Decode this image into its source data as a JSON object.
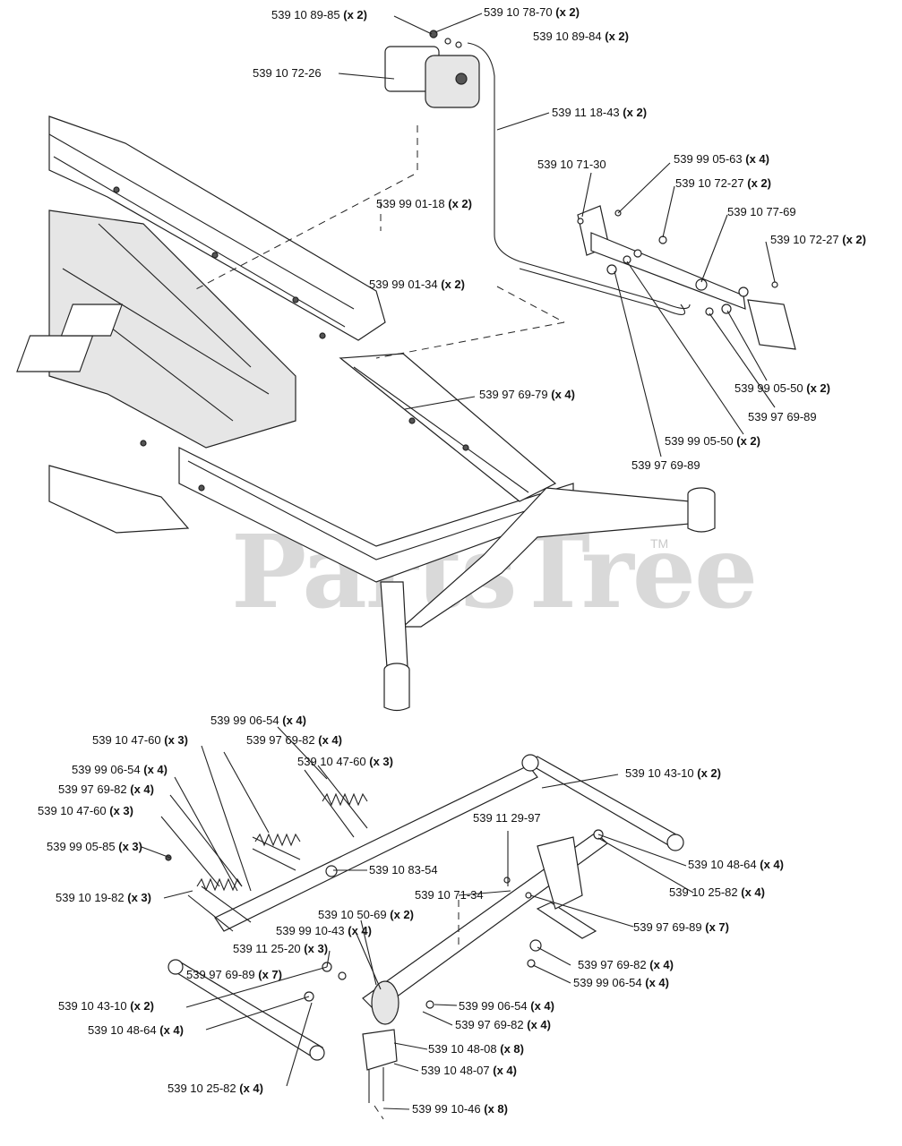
{
  "watermark": {
    "text": "PartsTree",
    "tm": "TM"
  },
  "labels": [
    {
      "part": "539 10 89-85",
      "qty": "(x 2)"
    },
    {
      "part": "539 10 78-70",
      "qty": "(x 2)"
    },
    {
      "part": "539 10 89-84",
      "qty": "(x 2)"
    },
    {
      "part": "539 10 72-26",
      "qty": ""
    },
    {
      "part": "539 11 18-43",
      "qty": "(x 2)"
    },
    {
      "part": "539 10 71-30",
      "qty": ""
    },
    {
      "part": "539 99 05-63",
      "qty": "(x 4)"
    },
    {
      "part": "539 10 72-27",
      "qty": "(x 2)"
    },
    {
      "part": "539 10 77-69",
      "qty": ""
    },
    {
      "part": "539 10 72-27",
      "qty": "(x 2)"
    },
    {
      "part": "539 99 01-18",
      "qty": "(x 2)"
    },
    {
      "part": "539 99 01-34",
      "qty": "(x 2)"
    },
    {
      "part": "539 97 69-79",
      "qty": "(x 4)"
    },
    {
      "part": "539 99 05-50",
      "qty": "(x 2)"
    },
    {
      "part": "539 97 69-89",
      "qty": ""
    },
    {
      "part": "539 99 05-50",
      "qty": "(x 2)"
    },
    {
      "part": "539 97 69-89",
      "qty": ""
    },
    {
      "part": "539 99 06-54",
      "qty": "(x 4)"
    },
    {
      "part": "539 10 47-60",
      "qty": "(x 3)"
    },
    {
      "part": "539 97 69-82",
      "qty": "(x 4)"
    },
    {
      "part": "539 10 47-60",
      "qty": "(x 3)"
    },
    {
      "part": "539 99 06-54",
      "qty": "(x 4)"
    },
    {
      "part": "539 97 69-82",
      "qty": "(x 4)"
    },
    {
      "part": "539 10 43-10",
      "qty": "(x 2)"
    },
    {
      "part": "539 10 47-60",
      "qty": "(x 3)"
    },
    {
      "part": "539 11 29-97",
      "qty": ""
    },
    {
      "part": "539 99 05-85",
      "qty": "(x 3)"
    },
    {
      "part": "539 10 48-64",
      "qty": "(x 4)"
    },
    {
      "part": "539 10 83-54",
      "qty": ""
    },
    {
      "part": "539 10 19-82",
      "qty": "(x 3)"
    },
    {
      "part": "539 10 25-82",
      "qty": "(x 4)"
    },
    {
      "part": "539 10 71-34",
      "qty": ""
    },
    {
      "part": "539 10 50-69",
      "qty": "(x 2)"
    },
    {
      "part": "539 97 69-89",
      "qty": "(x 7)"
    },
    {
      "part": "539 99 10-43",
      "qty": "(x 4)"
    },
    {
      "part": "539 11 25-20",
      "qty": "(x 3)"
    },
    {
      "part": "539 97 69-82",
      "qty": "(x 4)"
    },
    {
      "part": "539 97 69-89",
      "qty": "(x 7)"
    },
    {
      "part": "539 99 06-54",
      "qty": "(x 4)"
    },
    {
      "part": "539 10 43-10",
      "qty": "(x 2)"
    },
    {
      "part": "539 99 06-54",
      "qty": "(x 4)"
    },
    {
      "part": "539 97 69-82",
      "qty": "(x 4)"
    },
    {
      "part": "539 10 48-64",
      "qty": "(x 4)"
    },
    {
      "part": "539 10 48-08",
      "qty": "(x 8)"
    },
    {
      "part": "539 10 48-07",
      "qty": "(x 4)"
    },
    {
      "part": "539 10 25-82",
      "qty": "(x 4)"
    },
    {
      "part": "539 99 10-46",
      "qty": "(x 8)"
    }
  ]
}
